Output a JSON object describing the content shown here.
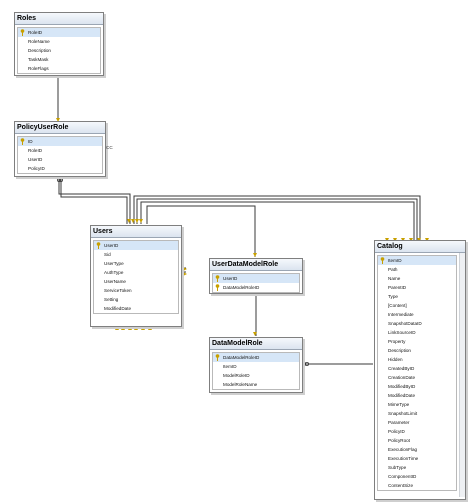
{
  "colors": {
    "line": "#3a3a3a",
    "key": "#c8a000",
    "conn": "#b8a23a",
    "header": "#dbe4ef"
  },
  "tables": {
    "roles": {
      "title": "Roles",
      "columns": [
        "RoleID",
        "RoleName",
        "Description",
        "TaskMask",
        "RoleFlags"
      ]
    },
    "policy_user_role": {
      "title": "PolicyUserRole",
      "columns": [
        "ID",
        "RoleID",
        "UserID",
        "PolicyID"
      ]
    },
    "users": {
      "title": "Users",
      "columns": [
        "UserID",
        "Sid",
        "UserType",
        "AuthType",
        "UserName",
        "ServiceToken",
        "Setting",
        "ModifiedDate"
      ]
    },
    "user_data_model_role": {
      "title": "UserDataModelRole",
      "columns": [
        "UserID",
        "DataModelRoleID"
      ]
    },
    "data_model_role": {
      "title": "DataModelRole",
      "columns": [
        "DataModelRoleID",
        "ItemID",
        "ModelRoleID",
        "ModelRoleName"
      ]
    },
    "catalog": {
      "title": "Catalog",
      "columns": [
        "ItemID",
        "Path",
        "Name",
        "ParentID",
        "Type",
        "[Content]",
        "Intermediate",
        "SnapshotDataID",
        "LinkSourceID",
        "Property",
        "Description",
        "Hidden",
        "CreatedByID",
        "CreationDate",
        "ModifiedByID",
        "ModifiedDate",
        "MimeType",
        "SnapshotLimit",
        "Parameter",
        "PolicyID",
        "PolicyRoot",
        "ExecutionFlag",
        "ExecutionTime",
        "SubType",
        "ComponentID",
        "ContentSize"
      ]
    }
  },
  "annotations": {
    "cc_label": "CC"
  }
}
